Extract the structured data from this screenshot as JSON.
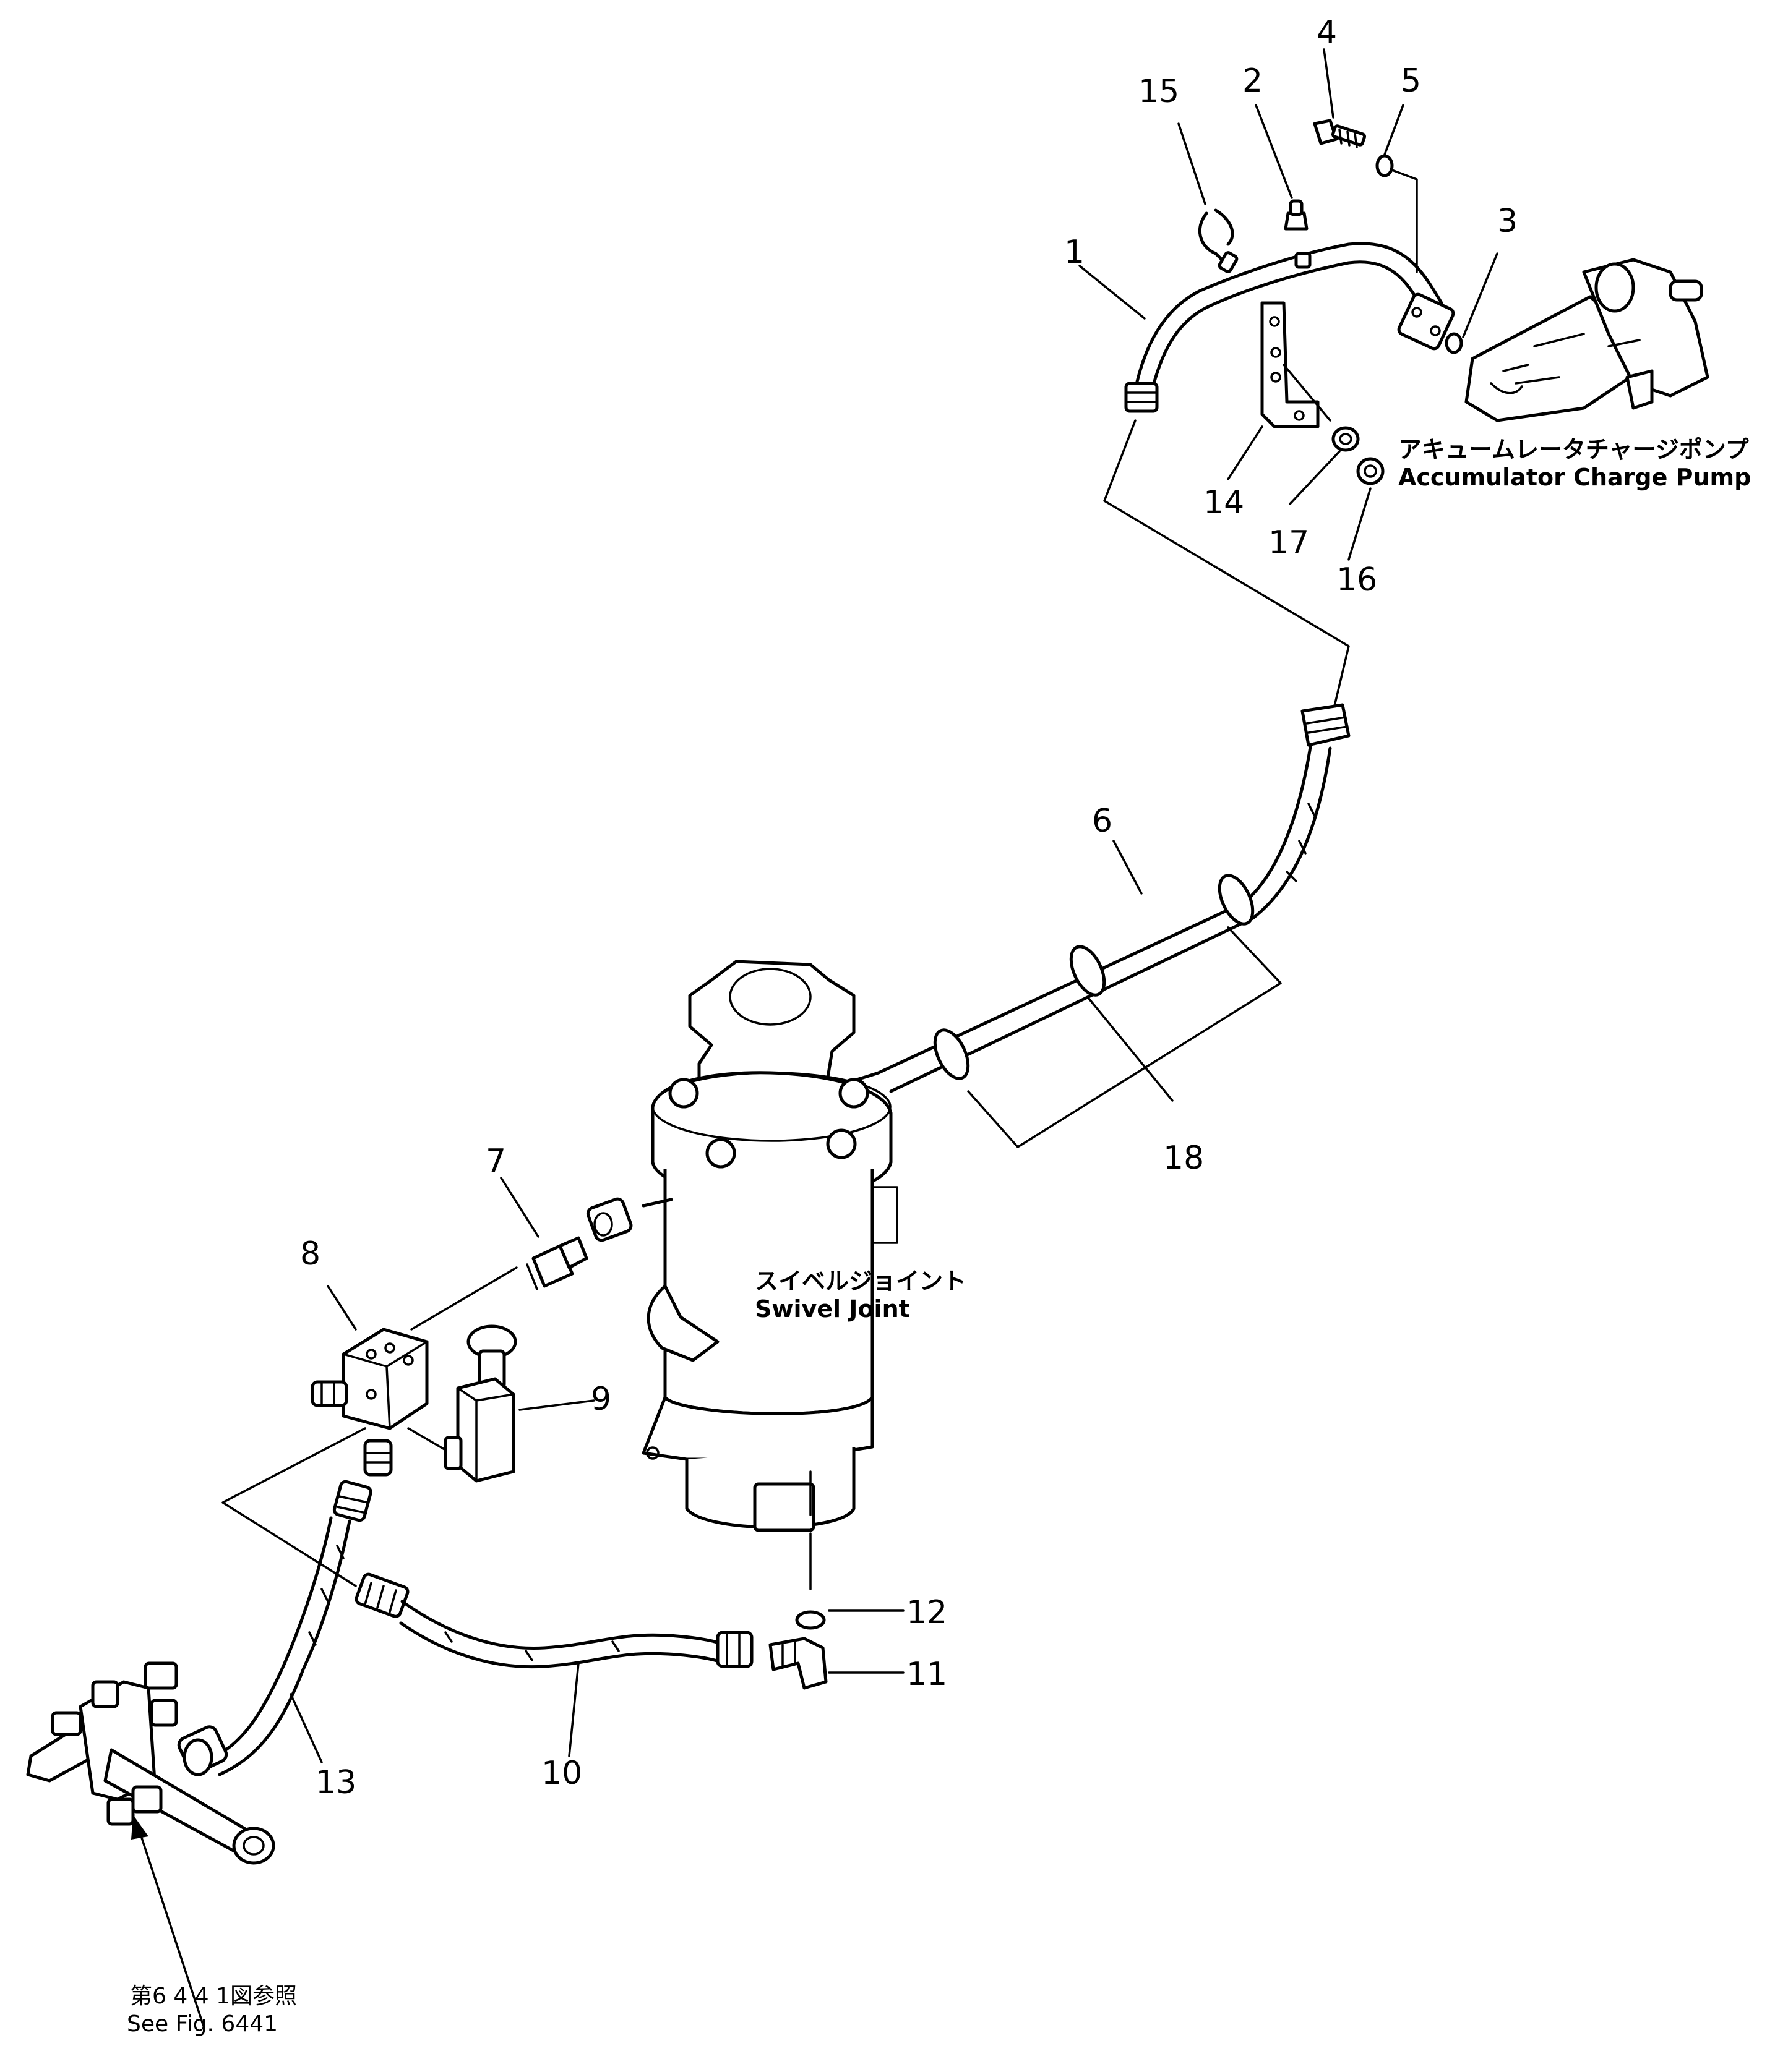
{
  "callouts": [
    "1",
    "2",
    "3",
    "4",
    "5",
    "6",
    "7",
    "8",
    "9",
    "10",
    "11",
    "12",
    "13",
    "14",
    "15",
    "16",
    "17",
    "18"
  ],
  "labels": {
    "pump_jp": "アキュームレータチャージポンプ",
    "pump_en": "Accumulator  Charge  Pump",
    "swivel_jp": "スイベルジョイント",
    "swivel_en": "Swivel  Joint",
    "ref_jp": "第6 4 4 1図参照",
    "ref_en": "See Fig. 6441"
  }
}
